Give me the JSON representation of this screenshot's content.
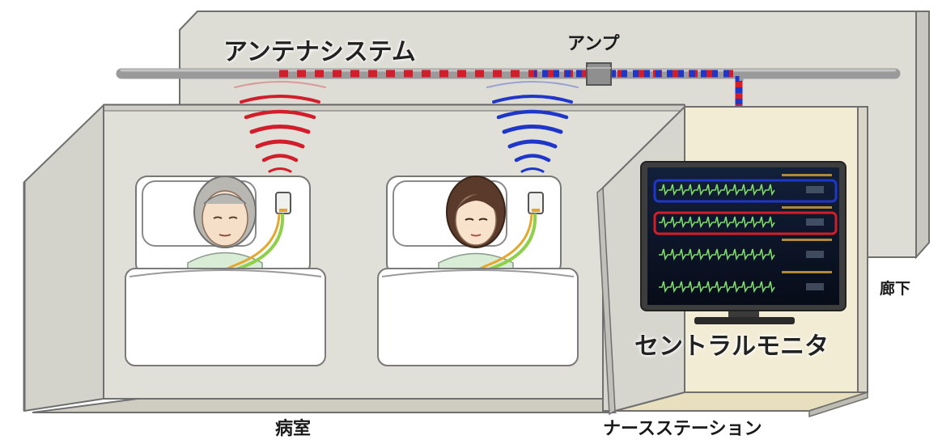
{
  "labels": {
    "antenna_system": "アンテナシステム",
    "amp": "アンプ",
    "central_monitor": "セントラルモニタ",
    "corridor": "廊下",
    "patient_room": "病室",
    "nurse_station": "ナースステーション"
  },
  "colors": {
    "wall": "#dddcd5",
    "wall_edge": "#6f6f6f",
    "floor": "#cfcdc2",
    "station_floor": "#f3ecd6",
    "pipe": "#9c9c9c",
    "signal_red": "#d21e2a",
    "signal_blue": "#1f37c9",
    "monitor_bg": "#0c1424",
    "ecg_green": "#7edb6a",
    "cable_green": "#8fd04a",
    "cable_orange": "#e6a62a"
  },
  "monitor": {
    "channels": [
      {
        "highlight": "blue"
      },
      {
        "highlight": "red"
      },
      {
        "highlight": "none"
      },
      {
        "highlight": "none"
      }
    ]
  }
}
